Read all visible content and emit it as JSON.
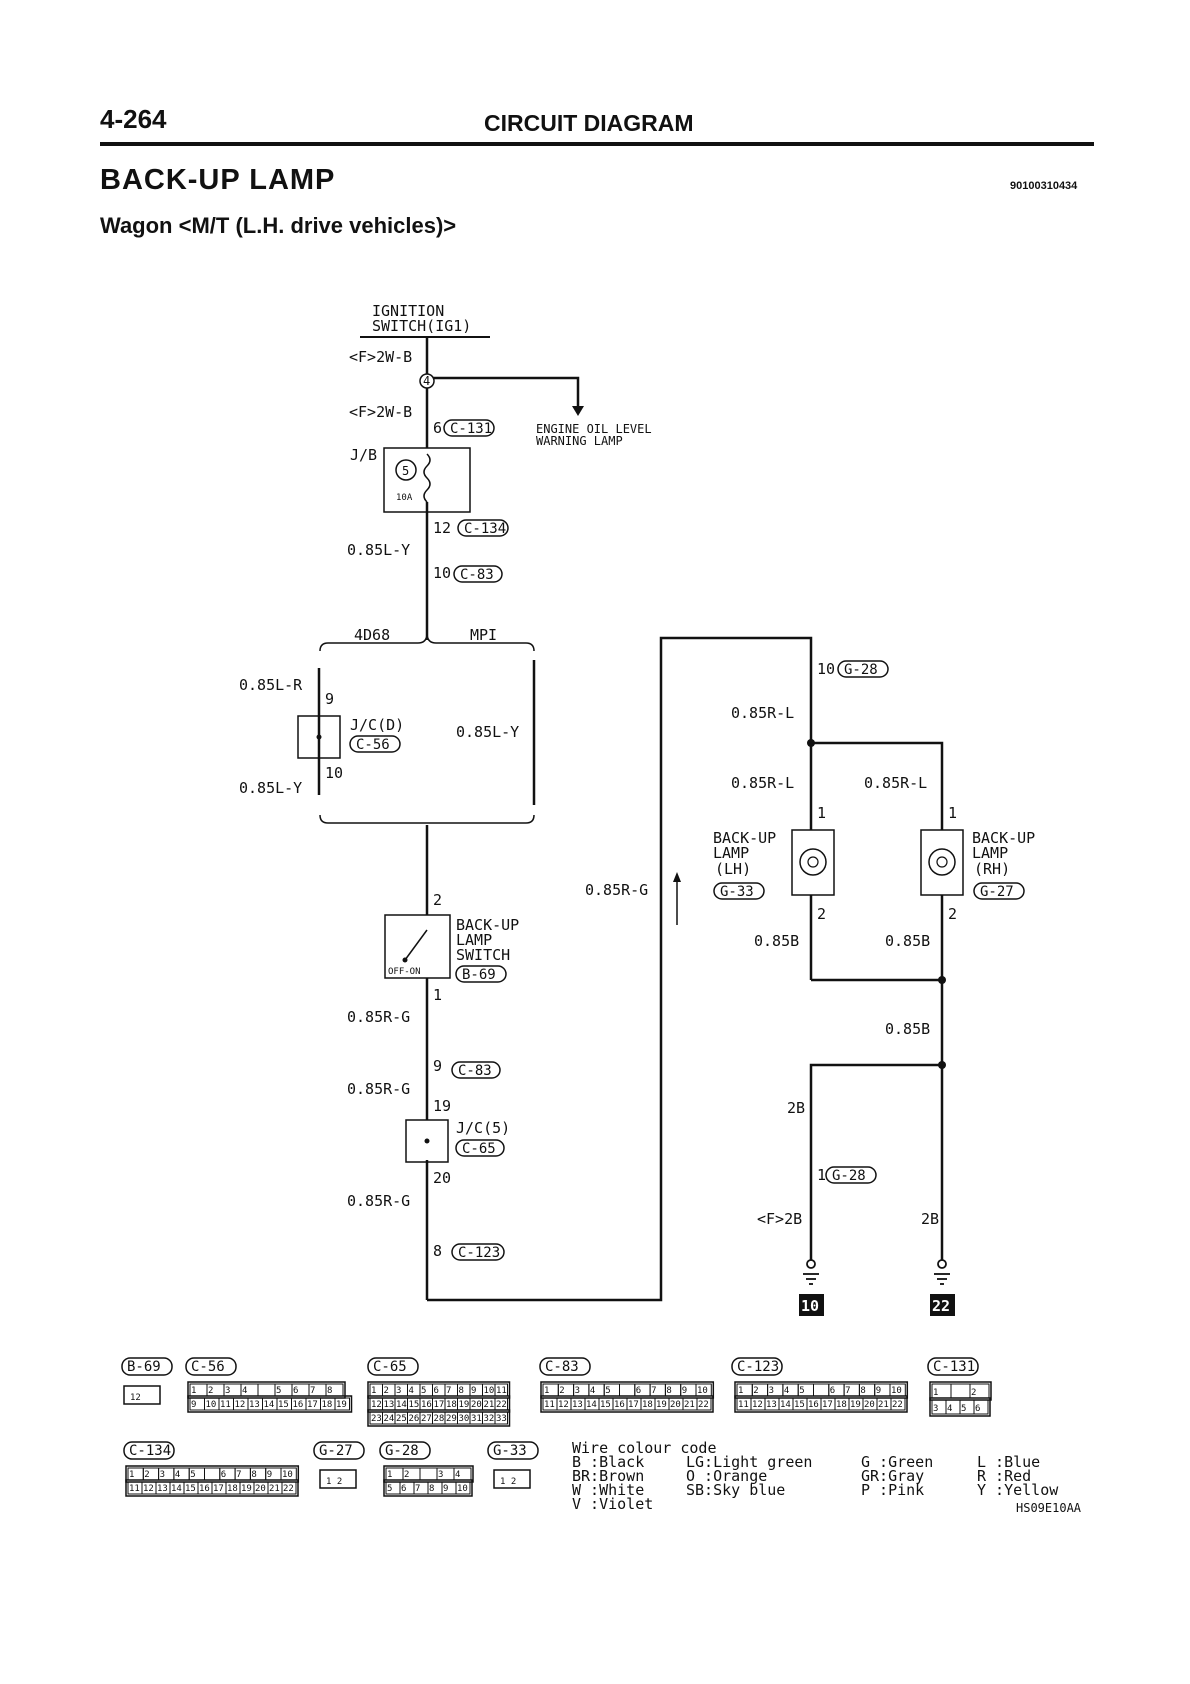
{
  "header": {
    "page_number": "4-264",
    "section_title": "CIRCUIT DIAGRAM",
    "title": "BACK-UP LAMP",
    "code": "90100310434",
    "subtitle": "Wagon <M/T (L.H. drive vehicles)>"
  },
  "diagram": {
    "ignition_switch": [
      "IGNITION",
      "SWITCH(IG1)"
    ],
    "wire_f_2wb_1": "<F>2W-B",
    "wire_f_2wb_2": "<F>2W-B",
    "junction_4": "4",
    "pin_6": "6",
    "conn_c131": "C-131",
    "engine_oil_level": [
      "ENGINE OIL LEVEL",
      "WARNING LAMP"
    ],
    "jb": "J/B",
    "fuse_no": "5",
    "fuse_amp": "10A",
    "pin_12": "12",
    "conn_c134": "C-134",
    "wire_085ly_1": "0.85L-Y",
    "pin_10a": "10",
    "conn_c83a": "C-83",
    "engine_4d68": "4D68",
    "engine_mpi": "MPI",
    "wire_085lr": "0.85L-R",
    "pin_9a": "9",
    "jc_d": "J/C(D)",
    "conn_c56": "C-56",
    "wire_085ly_2": "0.85L-Y",
    "wire_085ly_3": "0.85L-Y",
    "pin_10b": "10",
    "pin_2a": "2",
    "backup_switch": [
      "BACK-UP",
      "LAMP",
      "SWITCH"
    ],
    "conn_b69": "B-69",
    "switch_off_on": "OFF-ON",
    "pin_1a": "1",
    "wire_085rg_1": "0.85R-G",
    "pin_9b": "9",
    "conn_c83b": "C-83",
    "wire_085rg_2": "0.85R-G",
    "pin_19": "19",
    "jc_5": "J/C(5)",
    "conn_c65": "C-65",
    "pin_20": "20",
    "wire_085rg_3": "0.85R-G",
    "pin_8": "8",
    "conn_c123": "C-123",
    "wire_085rg_4": "0.85R-G",
    "pin_10c": "10",
    "conn_g28a": "G-28",
    "wire_085rl_1": "0.85R-L",
    "wire_085rl_2": "0.85R-L",
    "wire_085rl_3": "0.85R-L",
    "pin_1b": "1",
    "pin_1c": "1",
    "lamp_lh": [
      "BACK-UP",
      "LAMP",
      "(LH)"
    ],
    "conn_g33": "G-33",
    "lamp_rh": [
      "BACK-UP",
      "LAMP",
      "(RH)"
    ],
    "conn_g27": "G-27",
    "pin_2b": "2",
    "pin_2c": "2",
    "wire_085b_1": "0.85B",
    "wire_085b_2": "0.85B",
    "wire_085b_3": "0.85B",
    "wire_2b_1": "2B",
    "pin_1d": "1",
    "conn_g28b": "G-28",
    "wire_f_2b": "<F>2B",
    "wire_2b_2": "2B",
    "ground_10": "10",
    "ground_22": "22"
  },
  "connectors": {
    "b69": "B-69",
    "c56": "C-56",
    "c65": "C-65",
    "c83": "C-83",
    "c123": "C-123",
    "c131": "C-131",
    "c134": "C-134",
    "g27": "G-27",
    "g28": "G-28",
    "g33": "G-33",
    "b69_pins": "12",
    "c56_row1": [
      "1",
      "2",
      "3",
      "4",
      "",
      "5",
      "6",
      "7",
      "8"
    ],
    "c56_row2": [
      "9",
      "10",
      "11",
      "12",
      "13",
      "14",
      "15",
      "16",
      "17",
      "18",
      "19"
    ],
    "c65_row1": [
      "1",
      "2",
      "3",
      "4",
      "5",
      "6",
      "7",
      "8",
      "9",
      "10",
      "11"
    ],
    "c65_row2": [
      "12",
      "13",
      "14",
      "15",
      "16",
      "17",
      "18",
      "19",
      "20",
      "21",
      "22"
    ],
    "c65_row3": [
      "23",
      "24",
      "25",
      "26",
      "27",
      "28",
      "29",
      "30",
      "31",
      "32",
      "33"
    ],
    "c22_row1": [
      "1",
      "2",
      "3",
      "4",
      "5",
      "",
      "6",
      "7",
      "8",
      "9",
      "10"
    ],
    "c22_row2": [
      "11",
      "12",
      "13",
      "14",
      "15",
      "16",
      "17",
      "18",
      "19",
      "20",
      "21",
      "22"
    ],
    "c131_row1": [
      "1",
      "",
      "2"
    ],
    "c131_row2": [
      "3",
      "4",
      "5",
      "6"
    ],
    "g27_pins": "1 2",
    "g28_row1": [
      "1",
      "2",
      "",
      "3",
      "4"
    ],
    "g28_row2": [
      "5",
      "6",
      "7",
      "8",
      "9",
      "10"
    ]
  },
  "legend": {
    "title": "Wire colour code",
    "col1": [
      "B :Black",
      "BR:Brown",
      "W :White",
      "V :Violet"
    ],
    "col2": [
      "LG:Light green",
      "O :Orange",
      "SB:Sky blue"
    ],
    "col3": [
      "G :Green",
      "GR:Gray",
      "P :Pink"
    ],
    "col4": [
      "L :Blue",
      "R :Red",
      "Y :Yellow"
    ],
    "figure_code": "HS09E10AA"
  }
}
